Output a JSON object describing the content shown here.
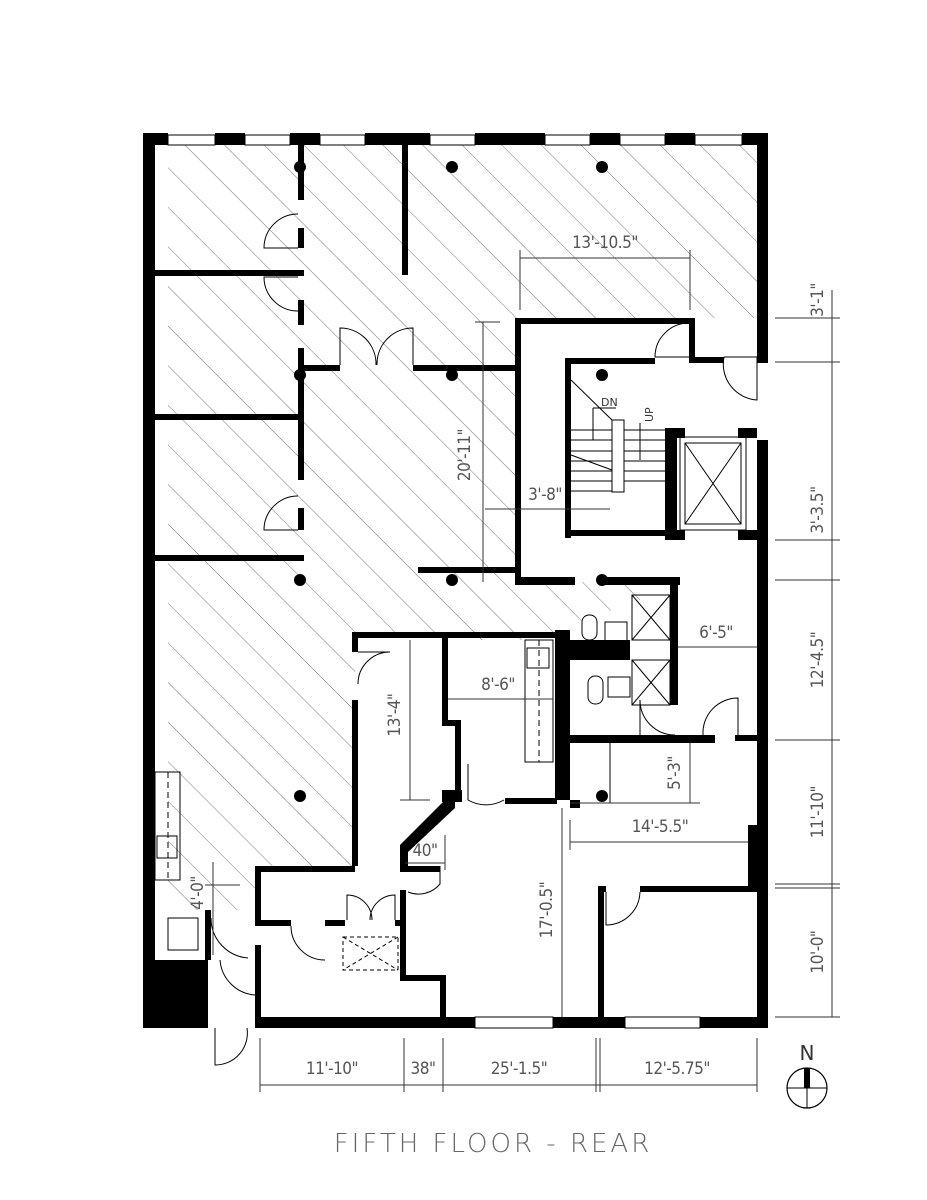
{
  "drawing": {
    "title": "FIFTH FLOOR - REAR",
    "type": "architectural floor plan",
    "north_label": "N",
    "stair_labels": {
      "down": "DN",
      "up": "UP"
    }
  },
  "dimensions": {
    "top_span": "13'-10.5\"",
    "corridor_height": "20'-11\"",
    "stair_gap": "3'-8\"",
    "room_13_4": "13'-4\"",
    "room_8_6": "8'-6\"",
    "bath_width": "6'-5\"",
    "hall_5_3": "5'-3\"",
    "hall_14_5": "14'-5.5\"",
    "door_40": "40\"",
    "vert_17": "17'-0.5\"",
    "left_4_0": "4'-0\"",
    "right": [
      "3'-1\"",
      "3'-3.5\"",
      "12'-4.5\"",
      "11'-10\"",
      "10'-0\""
    ],
    "bottom": [
      "11'-10\"",
      "38\"",
      "25'-1.5\"",
      "12'-5.75\""
    ]
  },
  "colors": {
    "wall": "#000000",
    "text": "#555555",
    "hatch": "#888888",
    "background": "#ffffff"
  }
}
